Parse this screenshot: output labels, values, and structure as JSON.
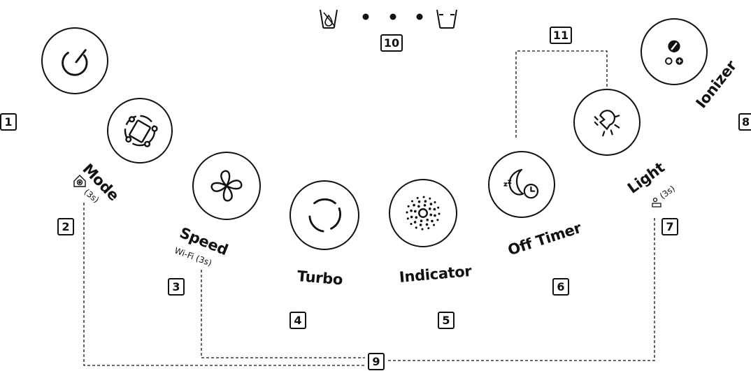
{
  "buttons": {
    "power": {
      "label": ""
    },
    "mode": {
      "label": "Mode",
      "hold": "(3s)"
    },
    "speed": {
      "label": "Speed",
      "hold": "Wi-Fi (3s)"
    },
    "turbo": {
      "label": "Turbo"
    },
    "indicator": {
      "label": "Indicator"
    },
    "off_timer": {
      "label": "Off Timer"
    },
    "light": {
      "label": "Light",
      "hold": "(3s)"
    },
    "ionizer": {
      "label": "Ionizer"
    }
  },
  "callouts": [
    "1",
    "2",
    "3",
    "4",
    "5",
    "6",
    "7",
    "8",
    "9",
    "10",
    "11"
  ],
  "icons": {
    "power": "power-icon",
    "mode": "mode-icon",
    "speed": "fan-icon",
    "turbo": "turbo-icon",
    "indicator": "indicator-icon",
    "off_timer": "sleep-timer-icon",
    "light": "light-bulb-icon",
    "ionizer": "ionizer-icon",
    "water_empty": "water-empty-icon",
    "water_full": "water-tank-icon",
    "home_lock": "home-lock-icon",
    "child_lock": "child-lock-icon"
  }
}
